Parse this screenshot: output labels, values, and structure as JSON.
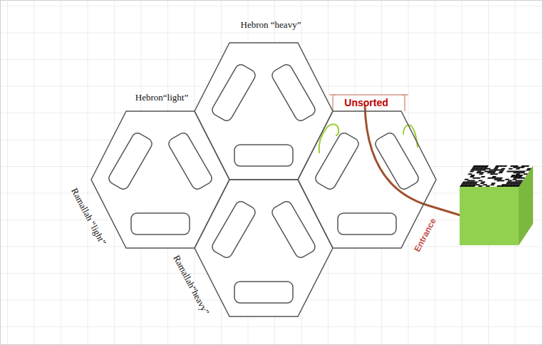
{
  "diagram": {
    "nodes": [
      {
        "text": [
          "Hebron “heavy”"
        ]
      },
      {
        "text": [
          "Hebron“light”",
          "Ramallah “light”"
        ]
      },
      {
        "text": [
          "Ramallah“heavy”"
        ]
      },
      {
        "text": [
          "Unsorted"
        ]
      }
    ],
    "labels": [
      "Entrance"
    ]
  }
}
